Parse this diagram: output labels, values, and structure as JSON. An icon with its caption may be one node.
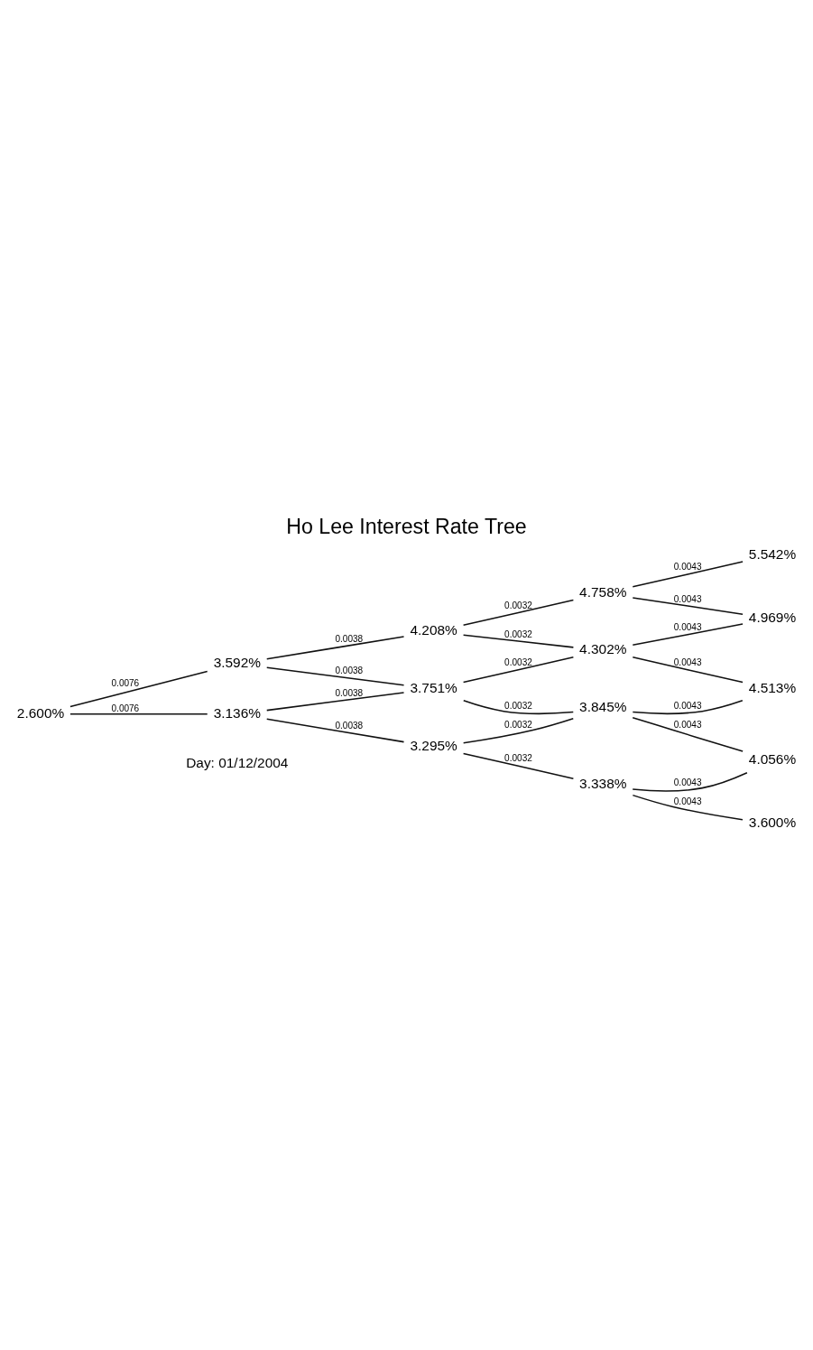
{
  "diagram": {
    "title": "Ho Lee Interest Rate Tree",
    "nodes": [
      {
        "text": [
          "2.600%"
        ]
      },
      {
        "text": [
          "3.592%"
        ]
      },
      {
        "text": [
          "3.136%"
        ]
      },
      {
        "text": [
          "4.208%"
        ]
      },
      {
        "text": [
          "3.751%"
        ]
      },
      {
        "text": [
          "3.295%"
        ]
      },
      {
        "text": [
          "4.758%"
        ]
      },
      {
        "text": [
          "4.302%"
        ]
      },
      {
        "text": [
          "3.845%"
        ]
      },
      {
        "text": [
          "3.338%"
        ]
      },
      {
        "text": [
          "5.542%"
        ]
      },
      {
        "text": [
          "4.969%"
        ]
      },
      {
        "text": [
          "4.513%"
        ]
      },
      {
        "text": [
          "4.056%"
        ]
      },
      {
        "text": [
          "3.600%"
        ]
      }
    ],
    "edges": [
      {
        "from": 0,
        "to": 1,
        "arrow": "none",
        "label": "0.0076"
      },
      {
        "from": 0,
        "to": 2,
        "arrow": "none",
        "label": "0.0076"
      },
      {
        "from": 1,
        "to": 3,
        "arrow": "none",
        "label": "0.0038"
      },
      {
        "from": 1,
        "to": 4,
        "arrow": "none",
        "label": "0.0038"
      },
      {
        "from": 2,
        "to": 4,
        "arrow": "none",
        "label": "0.0038"
      },
      {
        "from": 2,
        "to": 5,
        "arrow": "none",
        "label": "0.0038"
      },
      {
        "from": 3,
        "to": 6,
        "arrow": "none",
        "label": "0.0032"
      },
      {
        "from": 3,
        "to": 7,
        "arrow": "none",
        "label": "0.0032"
      },
      {
        "from": 4,
        "to": 7,
        "arrow": "none",
        "label": "0.0032"
      },
      {
        "from": 4,
        "to": 8,
        "arrow": "none",
        "label": "0.0032"
      },
      {
        "from": 5,
        "to": 8,
        "arrow": "none",
        "label": "0.0032"
      },
      {
        "from": 5,
        "to": 9,
        "arrow": "none",
        "label": "0.0032"
      },
      {
        "from": 6,
        "to": 10,
        "arrow": "none",
        "label": "0.0043"
      },
      {
        "from": 6,
        "to": 11,
        "arrow": "none",
        "label": "0.0043"
      },
      {
        "from": 7,
        "to": 11,
        "arrow": "none",
        "label": "0.0043"
      },
      {
        "from": 7,
        "to": 12,
        "arrow": "none",
        "label": "0.0043"
      },
      {
        "from": 8,
        "to": 12,
        "arrow": "none",
        "label": "0.0043"
      },
      {
        "from": 8,
        "to": 13,
        "arrow": "none",
        "label": "0.0043"
      },
      {
        "from": 9,
        "to": 13,
        "arrow": "none",
        "label": "0.0043"
      },
      {
        "from": 9,
        "to": 14,
        "arrow": "none",
        "label": "0.0043"
      }
    ],
    "labels": [
      "Day: 01/12/2004"
    ]
  }
}
